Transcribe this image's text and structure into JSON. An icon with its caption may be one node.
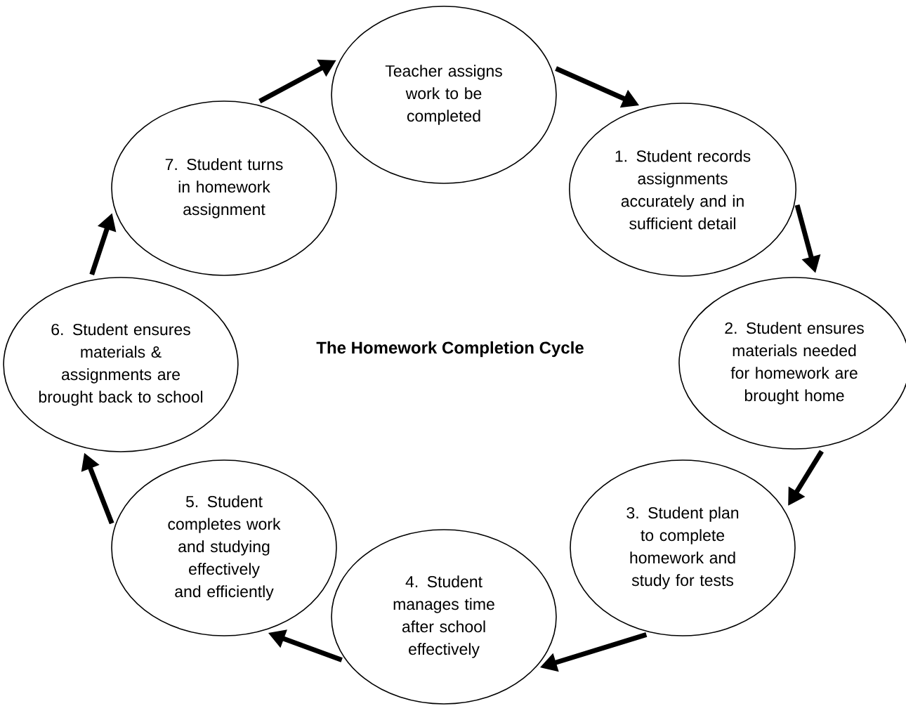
{
  "diagram": {
    "title": "The Homework Completion Cycle",
    "nodes": [
      {
        "text": [
          "Teacher assigns work to be completed"
        ]
      },
      {
        "text": [
          "1. Student records assignments accurately and in sufficient detail"
        ]
      },
      {
        "text": [
          "2. Student ensures materials needed for homework are brought home"
        ]
      },
      {
        "text": [
          "3. Student plan to complete homework and study for tests"
        ]
      },
      {
        "text": [
          "4. Student manages time after school effectively"
        ]
      },
      {
        "text": [
          "5. Student completes work and studying effectively and efficiently"
        ]
      },
      {
        "text": [
          "6. Student ensures materials & assignments are brought back to school"
        ]
      },
      {
        "text": [
          "7. Student turns in homework assignment"
        ]
      }
    ],
    "edges": [
      {
        "from": 0,
        "to": 1,
        "arrow": "to"
      },
      {
        "from": 1,
        "to": 2,
        "arrow": "to"
      },
      {
        "from": 2,
        "to": 3,
        "arrow": "to"
      },
      {
        "from": 3,
        "to": 4,
        "arrow": "to"
      },
      {
        "from": 4,
        "to": 5,
        "arrow": "to"
      },
      {
        "from": 5,
        "to": 6,
        "arrow": "to"
      },
      {
        "from": 6,
        "to": 7,
        "arrow": "to"
      },
      {
        "from": 7,
        "to": 0,
        "arrow": "to"
      }
    ]
  }
}
